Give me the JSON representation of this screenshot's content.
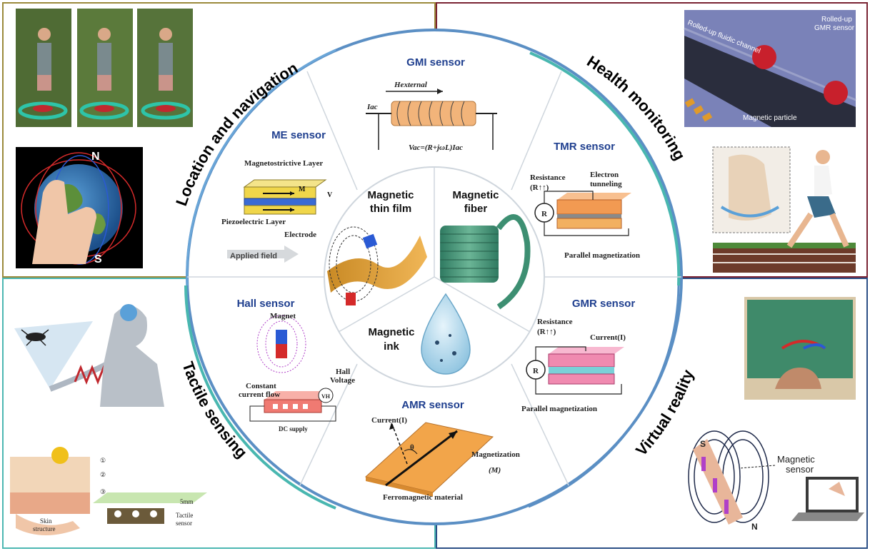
{
  "center": {
    "thin_film_l1": "Magnetic",
    "thin_film_l2": "thin film",
    "fiber_l1": "Magnetic",
    "fiber_l2": "fiber",
    "ink_l1": "Magnetic",
    "ink_l2": "ink"
  },
  "sensors": {
    "gmi": {
      "title": "GMI sensor",
      "h_label": "Hexternal",
      "i_label": "Iac",
      "eq": "Vac=(R+jωL)Iac"
    },
    "me": {
      "title": "ME sensor",
      "layer1": "Magnetostrictive Layer",
      "layer2": "Piezoelectric Layer",
      "electrode": "Electrode",
      "applied": "Applied field",
      "m": "M",
      "v": "V"
    },
    "tmr": {
      "title": "TMR sensor",
      "resistance": "Resistance",
      "r_sub": "(R↑↑)",
      "tunnel1": "Electron",
      "tunnel2": "tunneling",
      "parallel": "Parallel magnetization",
      "r": "R"
    },
    "hall": {
      "title": "Hall sensor",
      "magnet": "Magnet",
      "const1": "Constant",
      "const2": "current flow",
      "hall1": "Hall",
      "hall2": "Voltage",
      "supply": "DC supply",
      "vh": "VH"
    },
    "gmr": {
      "title": "GMR sensor",
      "resistance": "Resistance",
      "r_sub": "(R↑↑)",
      "current": "Current(I)",
      "parallel": "Parallel magnetization",
      "r": "R"
    },
    "amr": {
      "title": "AMR sensor",
      "current": "Current(I)",
      "theta": "θ",
      "mag1": "Magnetization",
      "mag2": "(M)",
      "material": "Ferromagnetic material"
    }
  },
  "applications": {
    "location": "Location and navigation",
    "health": "Health monitoring",
    "tactile": "Tactile sensing",
    "vr": "Virtual reality"
  },
  "photos": {
    "compass_n": "N",
    "compass_s": "S",
    "rolled_sensor1": "Rolled-up",
    "rolled_sensor2": "GMR sensor",
    "fluidic": "Rolled-up fluidic channel",
    "particle": "Magnetic particle",
    "vr_s": "S",
    "vr_n": "N",
    "vr_sensor1": "Magnetic",
    "vr_sensor2": "sensor",
    "skin1": "Skin",
    "skin2": "structure",
    "tactile1": "Tactile",
    "tactile2": "sensor",
    "scale": "5mm",
    "n1": "①",
    "n2": "②",
    "n3": "③"
  },
  "colors": {
    "title_blue": "#1f3f8f",
    "ring_blue": "#5b8fc4",
    "ring_teal": "#49b7b0",
    "orange": "#e9a24a",
    "green_fiber": "#3d8f72"
  }
}
